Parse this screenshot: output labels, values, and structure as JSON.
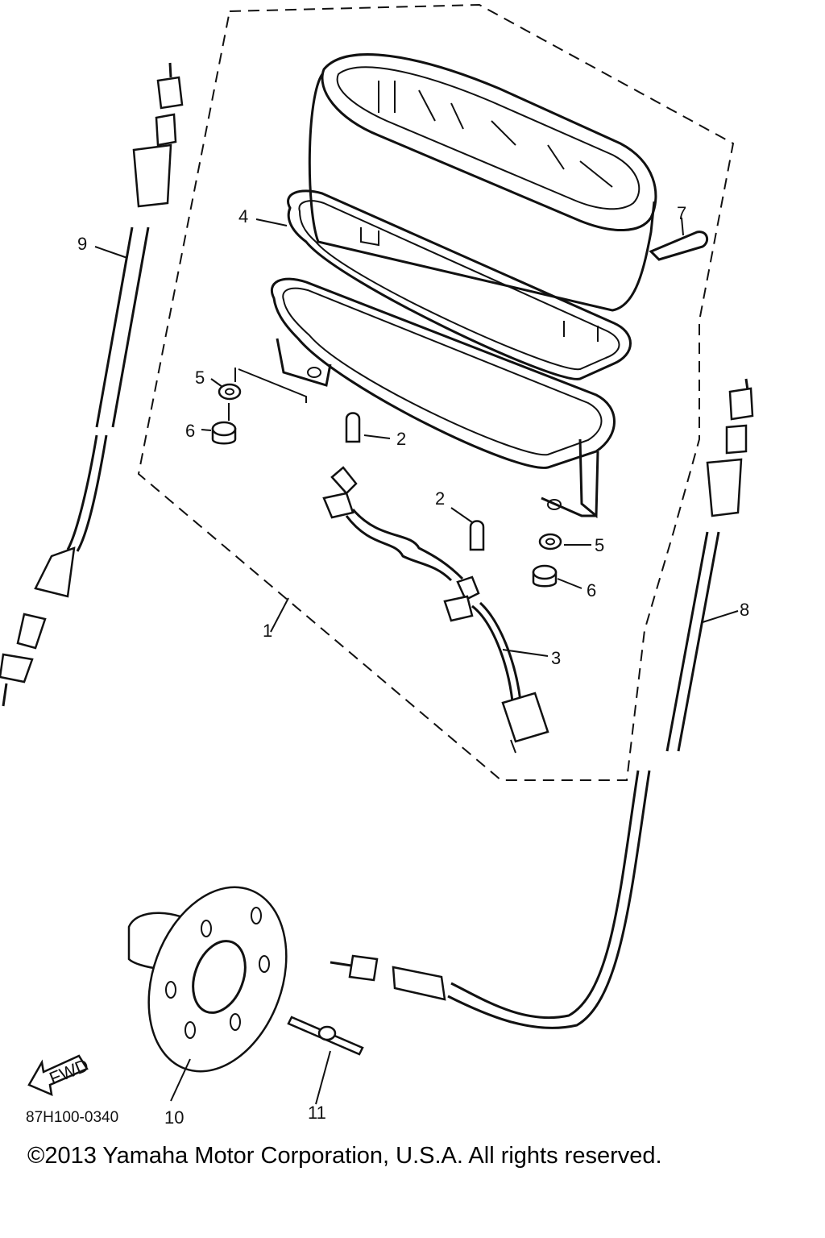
{
  "diagram": {
    "callouts": [
      {
        "id": "4",
        "label": "4"
      },
      {
        "id": "7",
        "label": "7"
      },
      {
        "id": "9",
        "label": "9"
      },
      {
        "id": "5a",
        "label": "5"
      },
      {
        "id": "6a",
        "label": "6"
      },
      {
        "id": "2a",
        "label": "2"
      },
      {
        "id": "2b",
        "label": "2"
      },
      {
        "id": "5b",
        "label": "5"
      },
      {
        "id": "6b",
        "label": "6"
      },
      {
        "id": "1",
        "label": "1"
      },
      {
        "id": "8",
        "label": "8"
      },
      {
        "id": "3",
        "label": "3"
      },
      {
        "id": "10",
        "label": "10"
      },
      {
        "id": "11",
        "label": "11"
      }
    ],
    "diagram_code": "87H100-0340",
    "fwd_label": "FWD"
  },
  "footer": {
    "copyright": "©2013 Yamaha Motor Corporation, U.S.A. All rights reserved."
  }
}
